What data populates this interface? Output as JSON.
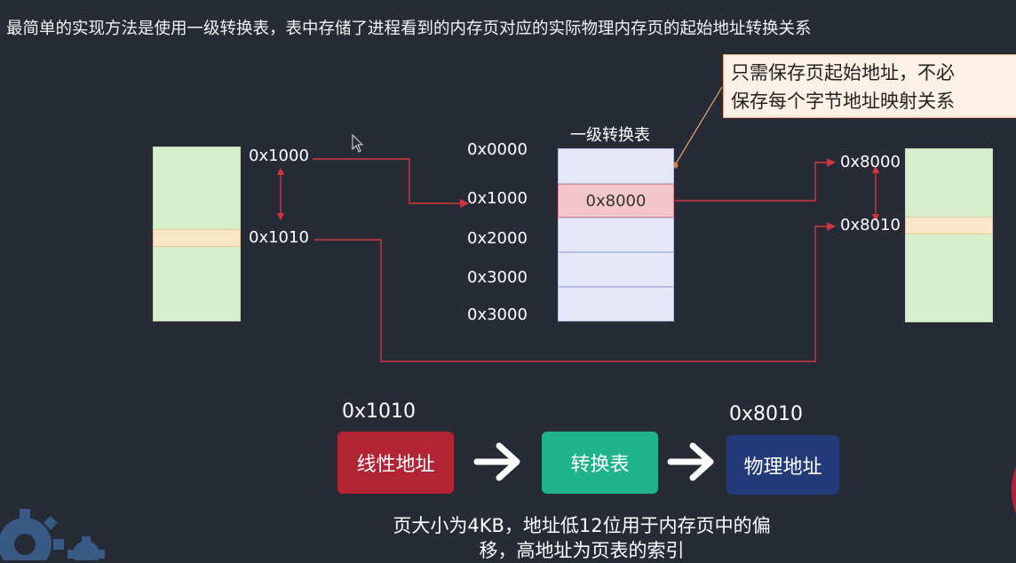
{
  "heading": "最简单的实现方法是使用一级转换表，表中存储了进程看到的内存页对应的实际物理内存页的起始地址转换关系",
  "note": {
    "line1": "只需保存页起始地址，不必",
    "line2": "保存每个字节地址映射关系"
  },
  "left_mem": {
    "addr_top": "0x1000",
    "addr_bottom": "0x1010"
  },
  "table": {
    "title": "一级转换表",
    "row_labels": [
      "0x0000",
      "0x1000",
      "0x2000",
      "0x3000",
      "0x3000"
    ],
    "highlight_value": "0x8000"
  },
  "right_mem": {
    "addr_top": "0x8000",
    "addr_bottom": "0x8010"
  },
  "flow": {
    "linear_value": "0x1010",
    "physical_value": "0x8010",
    "linear_label": "线性地址",
    "table_label": "转换表",
    "physical_label": "物理地址",
    "linear_color": "#b22334",
    "table_color": "#1fb38a",
    "physical_color": "#223a78"
  },
  "caption": {
    "line1": "页大小为4KB，地址低12位用于内存页中的偏",
    "line2": "移，高地址为页表的索引"
  }
}
